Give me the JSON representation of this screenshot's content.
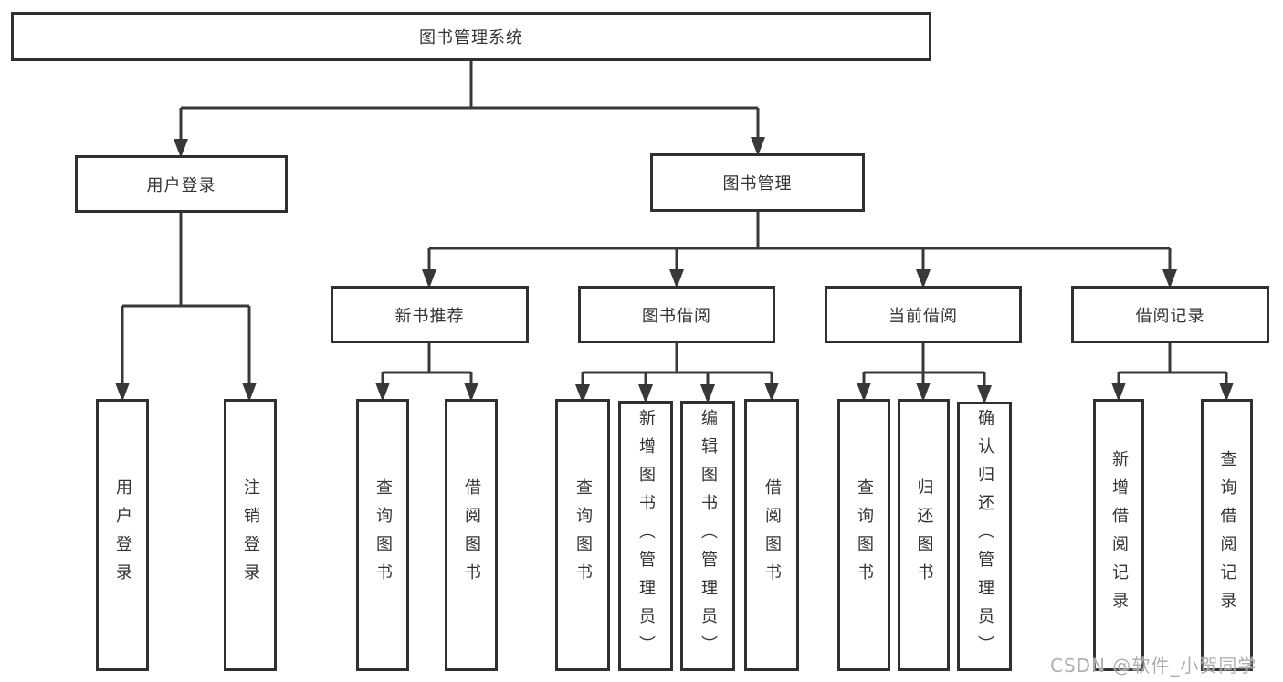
{
  "tree": {
    "root": {
      "label": "图书管理系统"
    },
    "level2": [
      {
        "label": "用户登录",
        "children": [
          {
            "label": "用户登录"
          },
          {
            "label": "注销登录"
          }
        ]
      },
      {
        "label": "图书管理",
        "children": [
          {
            "label": "新书推荐",
            "children": [
              {
                "label": "查询图书"
              },
              {
                "label": "借阅图书"
              }
            ]
          },
          {
            "label": "图书借阅",
            "children": [
              {
                "label": "查询图书"
              },
              {
                "label": "新增图书（管理员）"
              },
              {
                "label": "编辑图书（管理员）"
              },
              {
                "label": "借阅图书"
              }
            ]
          },
          {
            "label": "当前借阅",
            "children": [
              {
                "label": "查询图书"
              },
              {
                "label": "归还图书"
              },
              {
                "label": "确认归还（管理员）"
              }
            ]
          },
          {
            "label": "借阅记录",
            "children": [
              {
                "label": "新增借阅记录"
              },
              {
                "label": "查询借阅记录"
              }
            ]
          }
        ]
      }
    ]
  },
  "watermark": "CSDN @软件_小贺同学",
  "colors": {
    "line": "#383838",
    "border": "#303030",
    "text": "#333333",
    "watermark": "#a8a8a8",
    "background": "#ffffff"
  }
}
